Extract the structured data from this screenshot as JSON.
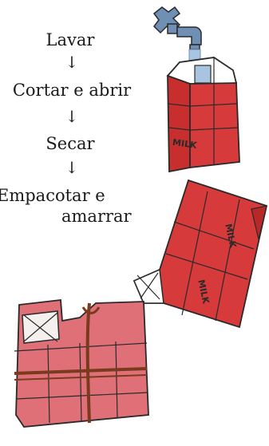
{
  "steps": [
    {
      "label": "Lavar"
    },
    {
      "label": "Cortar e abrir"
    },
    {
      "label": "Secar"
    },
    {
      "label": "Empacotar e"
    },
    {
      "label": "amarrar"
    }
  ],
  "arrow_glyph": "↓",
  "illustration": {
    "carton_text": "MILK",
    "colors": {
      "carton_red": "#d63a3a",
      "carton_red_dark": "#b82828",
      "outline": "#2a2a2a",
      "water": "#a9c4e0",
      "tap": "#6f8fb5",
      "string": "#7a3a1e",
      "stack_pink": "#e07078"
    },
    "icons": [
      "tap-icon",
      "milk-carton-icon",
      "flattened-carton-icon",
      "carton-bundle-icon"
    ]
  }
}
